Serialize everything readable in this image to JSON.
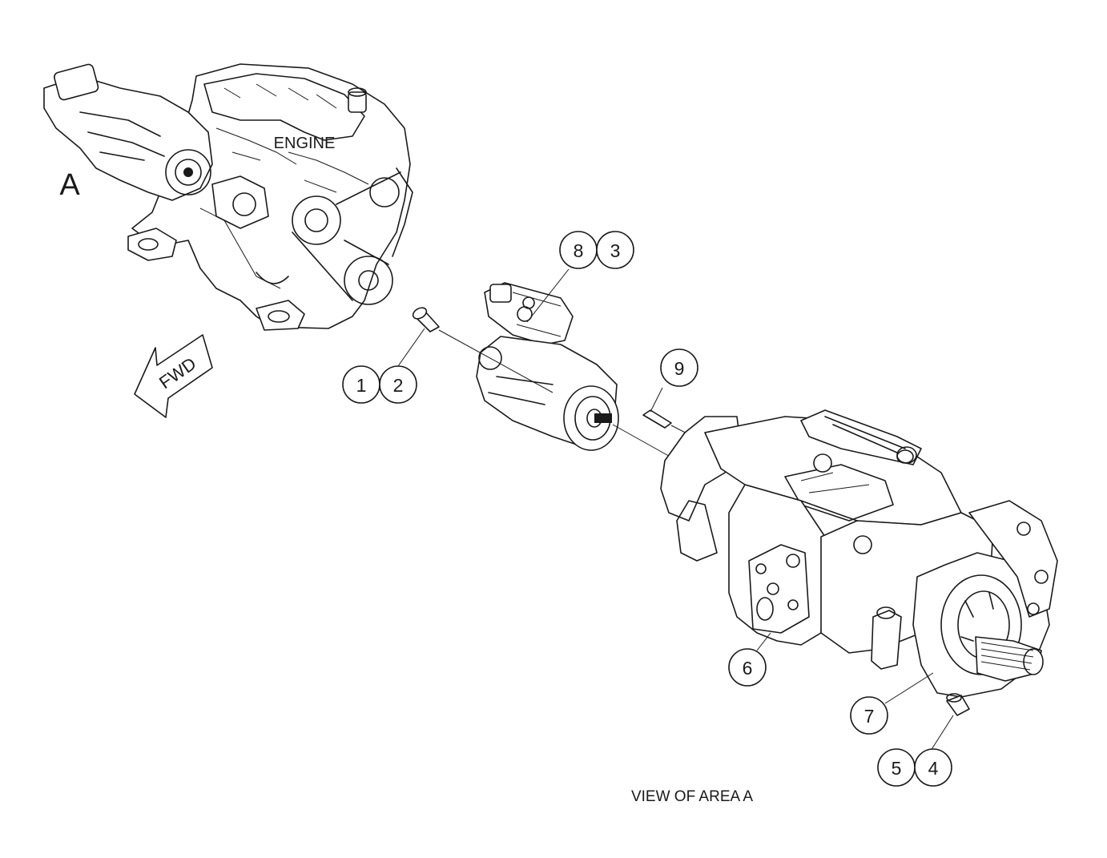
{
  "view_label": "A",
  "engine_label": "ENGINE",
  "fwd_label": "FWD",
  "caption": "VIEW OF AREA A",
  "callouts": {
    "c1": "1",
    "c2": "2",
    "c3": "3",
    "c4": "4",
    "c5": "5",
    "c6": "6",
    "c7": "7",
    "c8": "8",
    "c9": "9"
  }
}
